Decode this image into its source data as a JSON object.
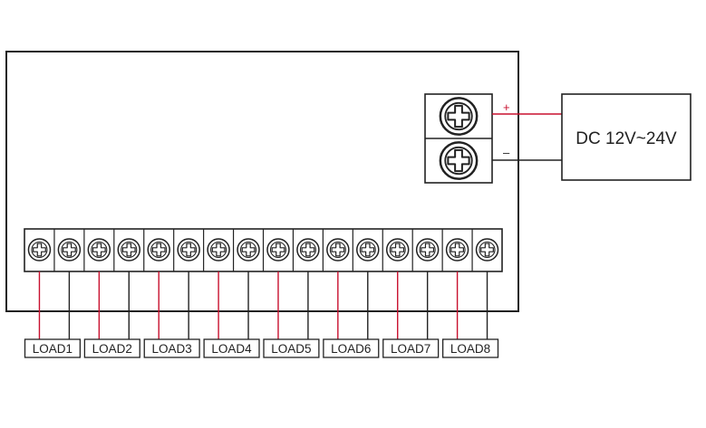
{
  "power_supply": {
    "label": "DC 12V~24V",
    "positive_symbol": "+",
    "negative_symbol": "–"
  },
  "loads": [
    {
      "label": "LOAD1"
    },
    {
      "label": "LOAD2"
    },
    {
      "label": "LOAD3"
    },
    {
      "label": "LOAD4"
    },
    {
      "label": "LOAD5"
    },
    {
      "label": "LOAD6"
    },
    {
      "label": "LOAD7"
    },
    {
      "label": "LOAD8"
    }
  ],
  "colors": {
    "outline": "#222222",
    "positive_wire": "#c8102e",
    "negative_wire": "#222222"
  },
  "icons": {
    "terminal": "screw-terminal-icon"
  }
}
